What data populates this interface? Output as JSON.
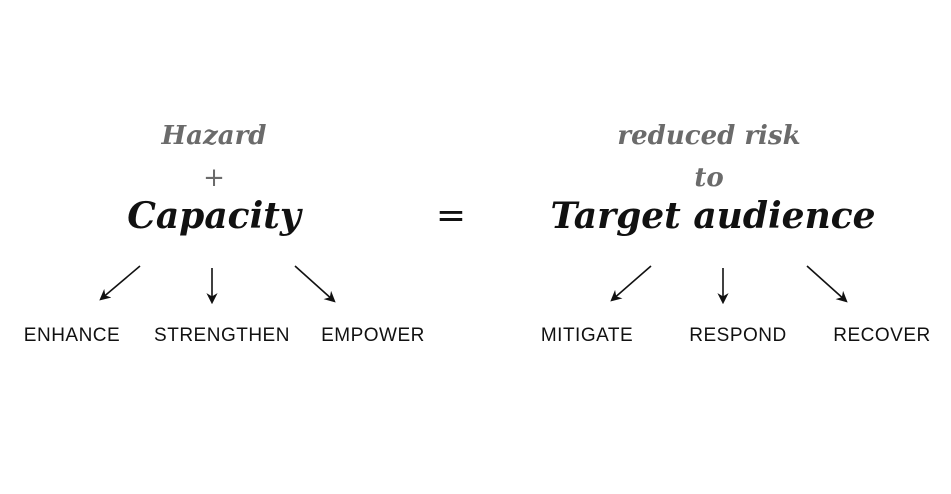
{
  "left": {
    "top_term": "Hazard",
    "operator": "+",
    "main_term": "Capacity",
    "branches": [
      "ENHANCE",
      "STRENGTHEN",
      "EMPOWER"
    ]
  },
  "equals": "=",
  "right": {
    "top_term": "reduced risk",
    "connector": "to",
    "main_term": "Target audience",
    "branches": [
      "MITIGATE",
      "RESPOND",
      "RECOVER"
    ]
  },
  "colors": {
    "subtle_text": "#6b6b6b",
    "main_text": "#111111"
  }
}
